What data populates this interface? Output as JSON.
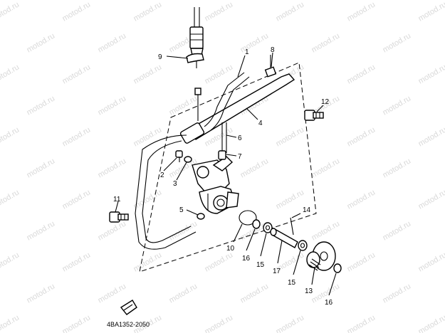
{
  "diagram": {
    "watermark": "motod.ru",
    "part_number_code": "4BA1352-2050",
    "callouts": [
      {
        "id": "c1",
        "label": "1"
      },
      {
        "id": "c2",
        "label": "2"
      },
      {
        "id": "c3",
        "label": "3"
      },
      {
        "id": "c4",
        "label": "4"
      },
      {
        "id": "c5",
        "label": "5"
      },
      {
        "id": "c6",
        "label": "6"
      },
      {
        "id": "c7",
        "label": "7"
      },
      {
        "id": "c8",
        "label": "8"
      },
      {
        "id": "c9",
        "label": "9"
      },
      {
        "id": "c10",
        "label": "10"
      },
      {
        "id": "c11",
        "label": "11"
      },
      {
        "id": "c12",
        "label": "12"
      },
      {
        "id": "c13",
        "label": "13"
      },
      {
        "id": "c14",
        "label": "14"
      },
      {
        "id": "c15a",
        "label": "15"
      },
      {
        "id": "c15b",
        "label": "15"
      },
      {
        "id": "c16a",
        "label": "16"
      },
      {
        "id": "c16b",
        "label": "16"
      },
      {
        "id": "c17",
        "label": "17"
      }
    ]
  }
}
